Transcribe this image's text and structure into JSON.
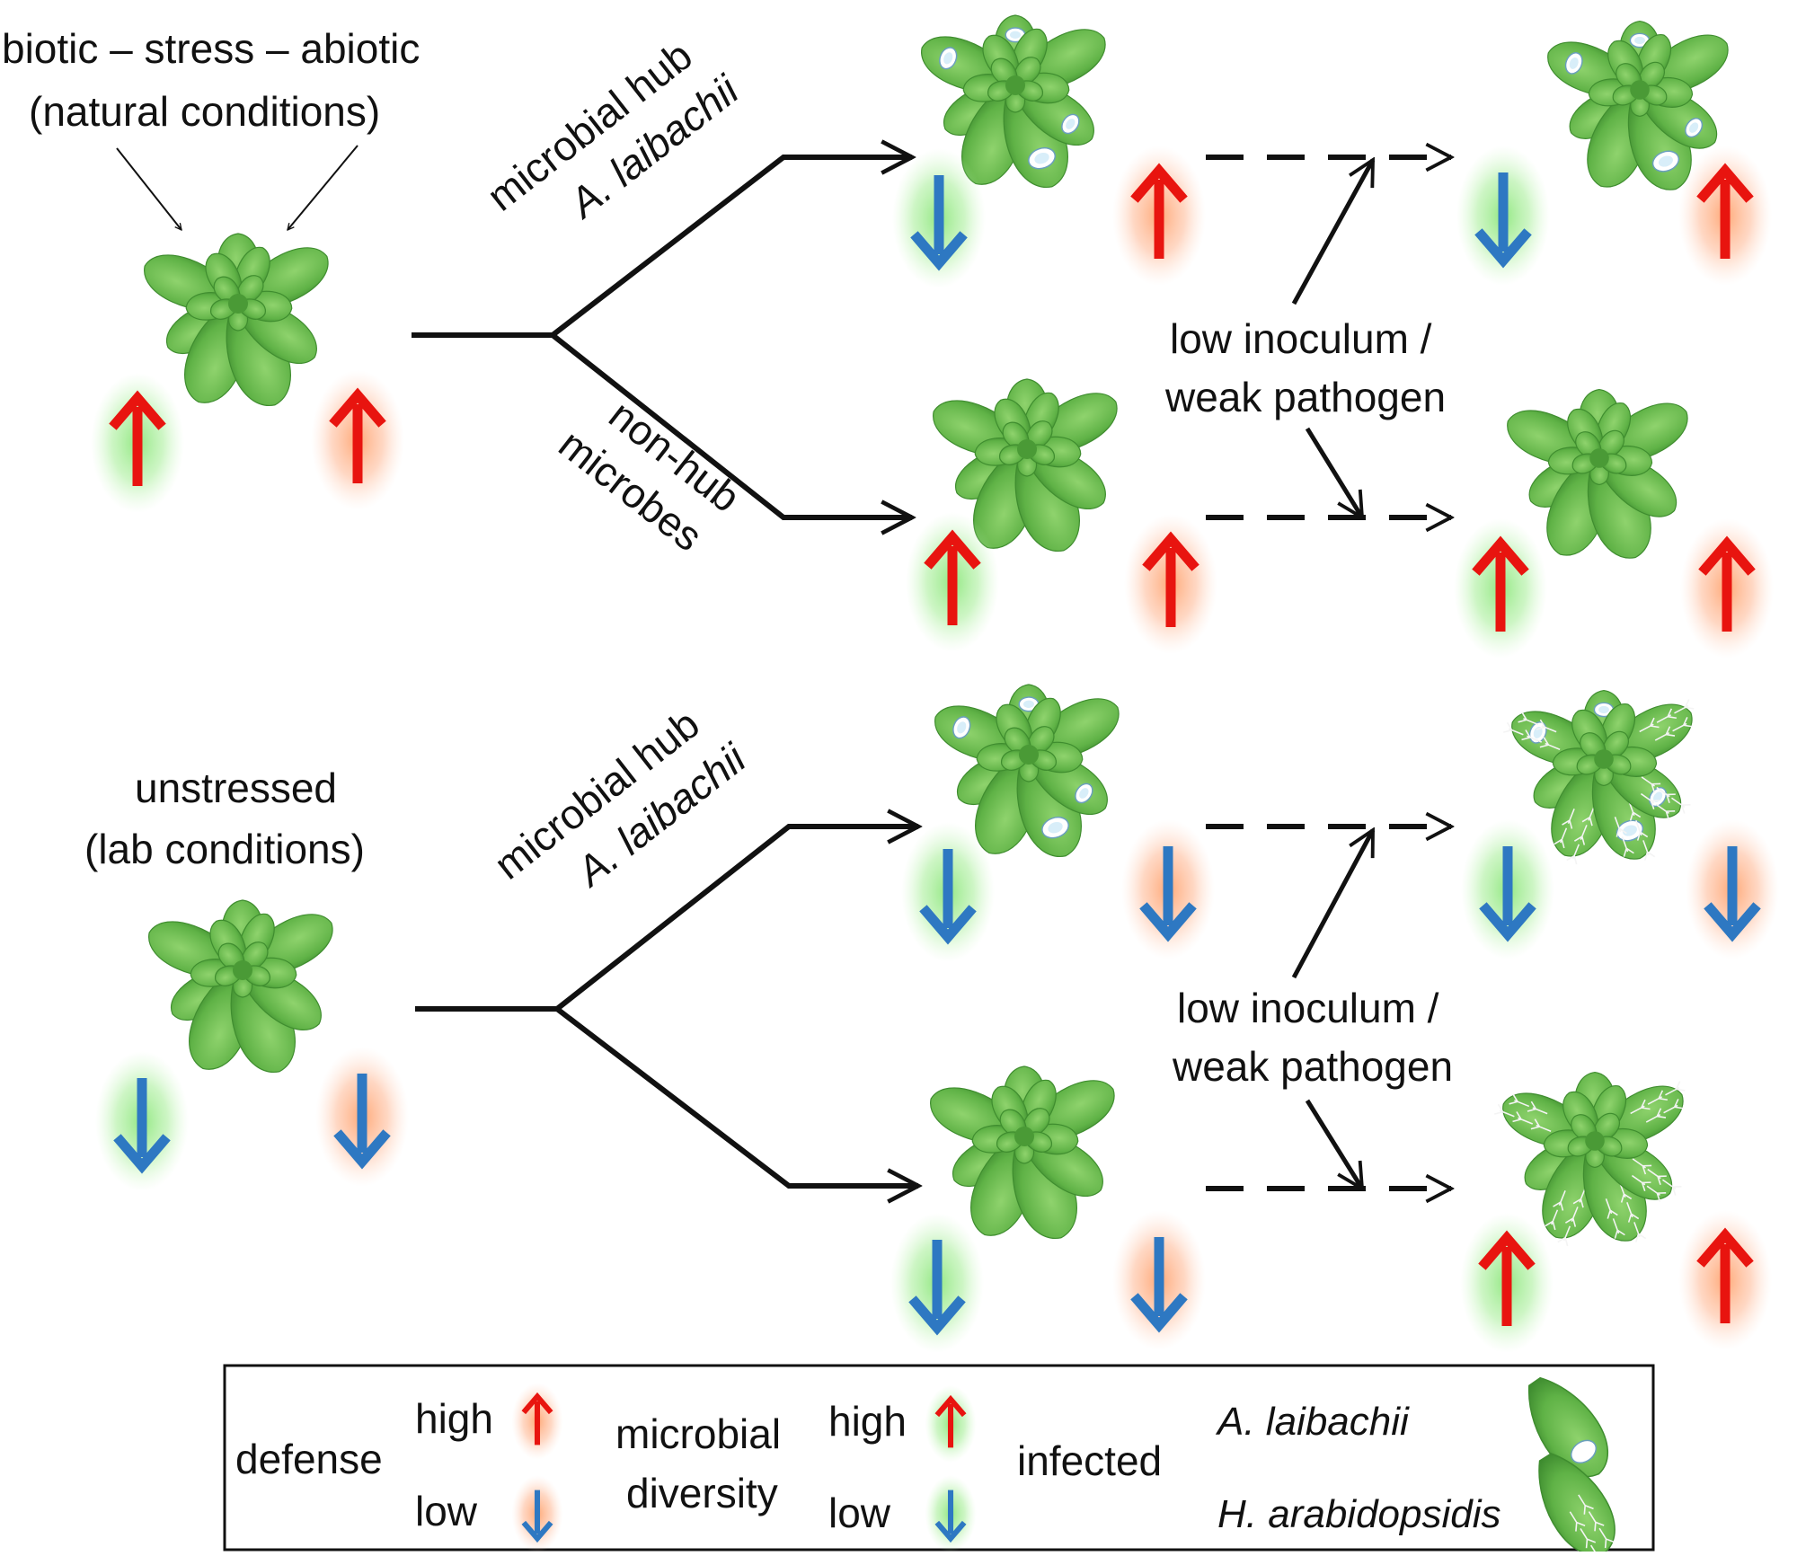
{
  "top_section": {
    "stress_label": "biotic – stress – abiotic",
    "conditions_label": "(natural conditions)",
    "branch_hub_line1": "microbial hub",
    "branch_hub_line2": "A. laibachii",
    "branch_nonhub_line1": "non-hub",
    "branch_nonhub_line2": "microbes",
    "inoculum_line1": "low inoculum /",
    "inoculum_line2": "weak pathogen"
  },
  "bottom_section": {
    "unstressed_label": "unstressed",
    "conditions_label": "(lab conditions)",
    "branch_hub_line1": "microbial hub",
    "branch_hub_line2": "A. laibachii",
    "inoculum_line1": "low inoculum /",
    "inoculum_line2": "weak pathogen"
  },
  "legend": {
    "defense_label": "defense",
    "defense_high": "high",
    "defense_low": "low",
    "diversity_line1": "microbial",
    "diversity_line2": "diversity",
    "diversity_high": "high",
    "diversity_low": "low",
    "infected_label": "infected",
    "albugo": "A. laibachii",
    "hyalo": "H. arabidopsidis"
  },
  "colors": {
    "up_arrow": "#e8140f",
    "down_arrow": "#2e78c2",
    "diversity_glow": "#6fe05a",
    "defense_glow": "#ff8c4a",
    "leaf": "#5fb246"
  }
}
